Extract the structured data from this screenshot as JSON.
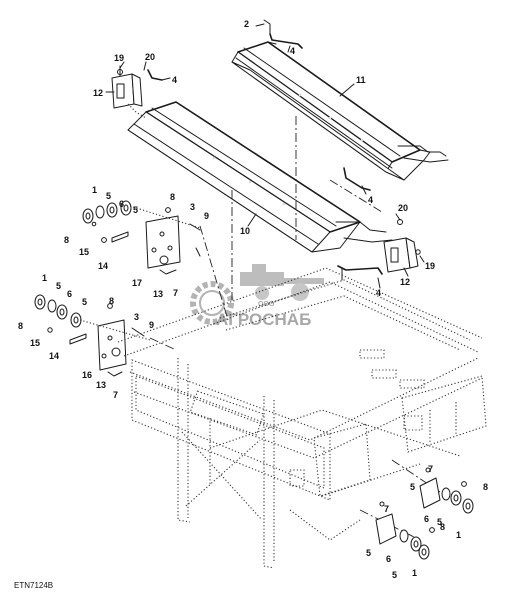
{
  "figure_id": "ETN7124B",
  "watermark": {
    "small_text": "ООО",
    "brand": "АГРОСНАБ"
  },
  "callouts": [
    {
      "id": "c2a",
      "label": "2"
    },
    {
      "id": "c4a",
      "label": "4"
    },
    {
      "id": "c19a",
      "label": "19"
    },
    {
      "id": "c20a",
      "label": "20"
    },
    {
      "id": "c4b",
      "label": "4"
    },
    {
      "id": "c12a",
      "label": "12"
    },
    {
      "id": "c11",
      "label": "11"
    },
    {
      "id": "c4c",
      "label": "4"
    },
    {
      "id": "c10",
      "label": "10"
    },
    {
      "id": "c1a",
      "label": "1"
    },
    {
      "id": "c5a",
      "label": "5"
    },
    {
      "id": "c6a",
      "label": "6"
    },
    {
      "id": "c5b",
      "label": "5"
    },
    {
      "id": "c8a",
      "label": "8"
    },
    {
      "id": "c8b",
      "label": "8"
    },
    {
      "id": "c3a",
      "label": "3"
    },
    {
      "id": "c9a",
      "label": "9"
    },
    {
      "id": "c15a",
      "label": "15"
    },
    {
      "id": "c14a",
      "label": "14"
    },
    {
      "id": "c17",
      "label": "17"
    },
    {
      "id": "c13a",
      "label": "13"
    },
    {
      "id": "c7a",
      "label": "7"
    },
    {
      "id": "c20b",
      "label": "20"
    },
    {
      "id": "c19b",
      "label": "19"
    },
    {
      "id": "c12b",
      "label": "12"
    },
    {
      "id": "c4d",
      "label": "4"
    },
    {
      "id": "c1b",
      "label": "1"
    },
    {
      "id": "c5c",
      "label": "5"
    },
    {
      "id": "c6b",
      "label": "6"
    },
    {
      "id": "c5d",
      "label": "5"
    },
    {
      "id": "c8c",
      "label": "8"
    },
    {
      "id": "c8d",
      "label": "8"
    },
    {
      "id": "c3b",
      "label": "3"
    },
    {
      "id": "c9b",
      "label": "9"
    },
    {
      "id": "c15b",
      "label": "15"
    },
    {
      "id": "c14b",
      "label": "14"
    },
    {
      "id": "c16",
      "label": "16"
    },
    {
      "id": "c13b",
      "label": "13"
    },
    {
      "id": "c7b",
      "label": "7"
    },
    {
      "id": "c7c",
      "label": "7"
    },
    {
      "id": "c8e",
      "label": "8"
    },
    {
      "id": "c5e",
      "label": "5"
    },
    {
      "id": "c6c",
      "label": "6"
    },
    {
      "id": "c5f",
      "label": "5"
    },
    {
      "id": "c1c",
      "label": "1"
    },
    {
      "id": "c7d",
      "label": "7"
    },
    {
      "id": "c8f",
      "label": "8"
    },
    {
      "id": "c5g",
      "label": "5"
    },
    {
      "id": "c6d",
      "label": "6"
    },
    {
      "id": "c5h",
      "label": "5"
    },
    {
      "id": "c1d",
      "label": "1"
    }
  ]
}
